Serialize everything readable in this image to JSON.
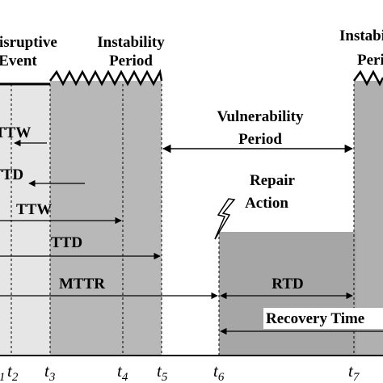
{
  "labels": {
    "disruptive_event_line1": "Disruptive",
    "disruptive_event_line2": "Event",
    "instability_period_line1": "Instability",
    "instability_period_line2": "Period",
    "instability_period2_line1": "Instability",
    "instability_period2_line2": "Period",
    "vulnerability_line1": "Vulnerability",
    "vulnerability_line2": "Period",
    "repair_line1": "Repair",
    "repair_line2": "Action",
    "ttw_short": "TTW",
    "ttd_short": "TTD",
    "ttw": "TTW",
    "ttd": "TTD",
    "mttr": "MTTR",
    "rtd": "RTD",
    "recovery_time": "Recovery Time"
  },
  "time_axis": [
    {
      "base": "t",
      "sub": "1"
    },
    {
      "base": "t",
      "sub": "2"
    },
    {
      "base": "t",
      "sub": "3"
    },
    {
      "base": "t",
      "sub": "4"
    },
    {
      "base": "t",
      "sub": "5"
    },
    {
      "base": "t",
      "sub": "6"
    },
    {
      "base": "t",
      "sub": "7"
    }
  ],
  "colors": {
    "light_region": "#e6e6e6",
    "mid_region": "#b8b8b8",
    "dark_region": "#b0b0b0",
    "repair_region": "#a6a6a6",
    "line": "#000000"
  }
}
